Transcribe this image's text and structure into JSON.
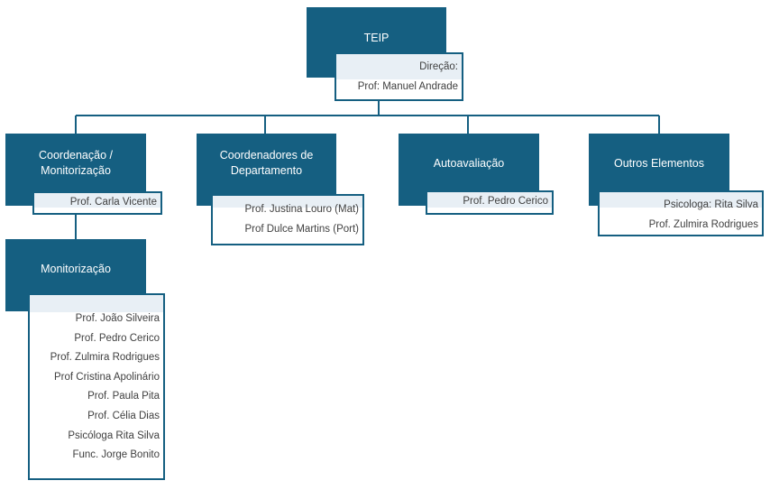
{
  "chart": {
    "root": {
      "title": "TEIP",
      "lines": [
        "Direção:",
        "Prof: Manuel Andrade"
      ]
    },
    "branches": [
      {
        "title": "Coordenação /\nMonitorização",
        "lines": [
          "Prof. Carla Vicente"
        ]
      },
      {
        "title": "Coordenadores de\nDepartamento",
        "lines": [
          "Prof. Justina Louro (Mat)",
          "Prof Dulce Martins (Port)"
        ]
      },
      {
        "title": "Autoavaliação",
        "lines": [
          "Prof. Pedro Cerico"
        ]
      },
      {
        "title": "Outros Elementos",
        "lines": [
          "Psicologa: Rita Silva",
          "Prof. Zulmira Rodrigues"
        ]
      }
    ],
    "subunit": {
      "title": "Monitorização",
      "lines": [
        "Prof. João Silveira",
        "Prof. Pedro Cerico",
        "Prof. Zulmira Rodrigues",
        "Prof Cristina Apolinário",
        "Prof. Paula Pita",
        "Prof. Célia Dias",
        "Psicóloga Rita Silva",
        "Func. Jorge Bonito"
      ]
    }
  },
  "colors": {
    "header": "#155f81",
    "connector": "#155f81",
    "band": "#e8eff5",
    "text": "#404040"
  }
}
